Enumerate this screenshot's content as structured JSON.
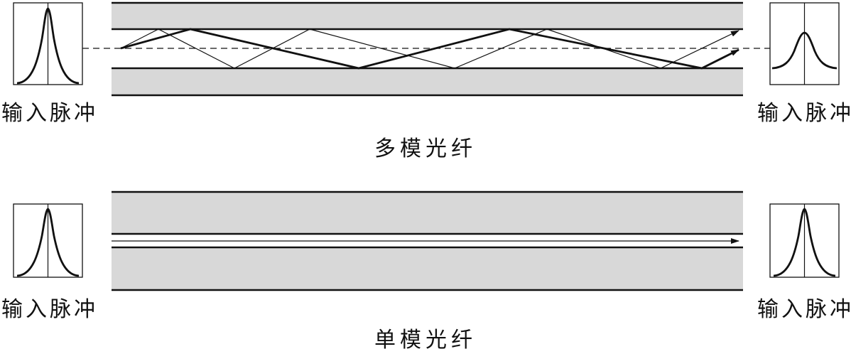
{
  "colors": {
    "cladding_fill": "#d8d8d8",
    "stroke": "#111111",
    "background": "#ffffff"
  },
  "multimode": {
    "caption": "多模光纤",
    "left_label": "输入脉冲",
    "right_label": "输入脉冲"
  },
  "singlemode": {
    "caption": "单模光纤",
    "left_label": "输入脉冲",
    "right_label": "输入脉冲"
  }
}
